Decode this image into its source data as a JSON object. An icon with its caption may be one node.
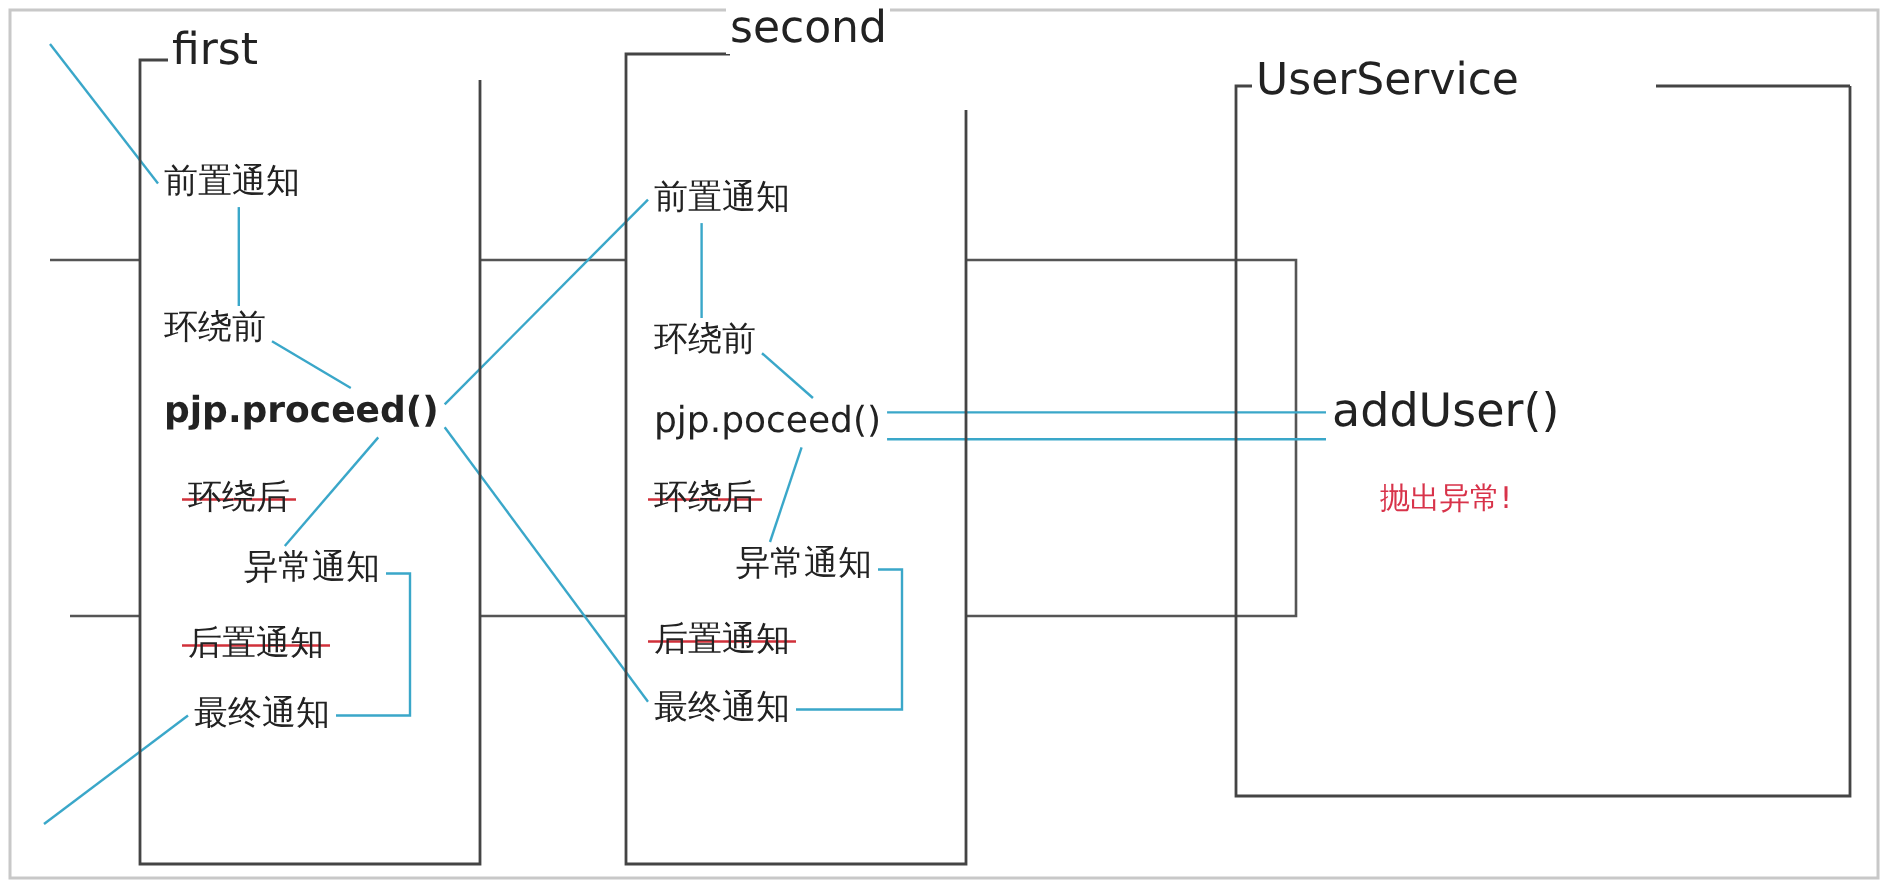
{
  "diagram": {
    "nodes": [
      {
        "text": [
          "first"
        ]
      },
      {
        "text": [
          "前置通知"
        ],
        "in": 0
      },
      {
        "text": [
          "环绕前"
        ],
        "in": 0
      },
      {
        "text": [
          "pjp.proceed()"
        ],
        "in": 0
      },
      {
        "text": [
          "环绕后"
        ],
        "in": 0
      },
      {
        "text": [
          "异常通知"
        ],
        "in": 0
      },
      {
        "text": [
          "后置通知"
        ],
        "in": 0
      },
      {
        "text": [
          "最终通知"
        ],
        "in": 0
      },
      {
        "text": [
          "second"
        ]
      },
      {
        "text": [
          "前置通知"
        ],
        "in": 8
      },
      {
        "text": [
          "环绕前"
        ],
        "in": 8
      },
      {
        "text": [
          "pjp.poceed()"
        ],
        "in": 8
      },
      {
        "text": [
          "环绕后"
        ],
        "in": 8
      },
      {
        "text": [
          "异常通知"
        ],
        "in": 8
      },
      {
        "text": [
          "后置通知"
        ],
        "in": 8
      },
      {
        "text": [
          "最终通知"
        ],
        "in": 8
      },
      {
        "text": [
          "UserService"
        ]
      },
      {
        "text": [
          "addUser()"
        ],
        "in": 16
      }
    ],
    "edges": [
      {
        "from": null,
        "to": 1,
        "arrow": "none"
      },
      {
        "from": 1,
        "to": 2,
        "arrow": "none"
      },
      {
        "from": 2,
        "to": 3,
        "arrow": "none"
      },
      {
        "from": 3,
        "to": 9,
        "arrow": "none"
      },
      {
        "from": 9,
        "to": 10,
        "arrow": "none"
      },
      {
        "from": 10,
        "to": 11,
        "arrow": "none"
      },
      {
        "from": 11,
        "to": 17,
        "arrow": "none"
      },
      {
        "from": 17,
        "to": 11,
        "arrow": "none"
      },
      {
        "from": 11,
        "to": 13,
        "arrow": "none"
      },
      {
        "from": 13,
        "to": 15,
        "arrow": "none"
      },
      {
        "from": 15,
        "to": 3,
        "arrow": "none"
      },
      {
        "from": 3,
        "to": 5,
        "arrow": "none"
      },
      {
        "from": 5,
        "to": 7,
        "arrow": "none"
      },
      {
        "from": 7,
        "to": null,
        "arrow": "none"
      }
    ],
    "labels": [
      "抛出异常!"
    ]
  }
}
